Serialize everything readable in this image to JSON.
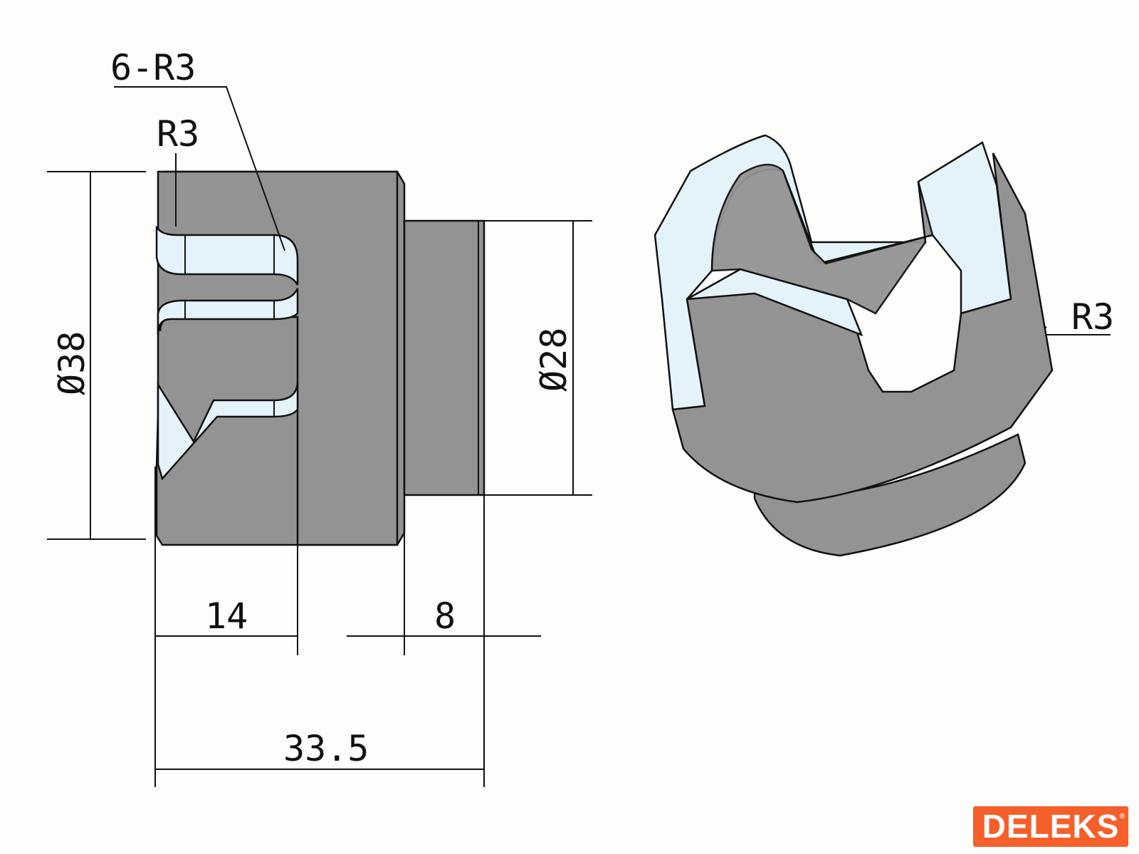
{
  "side_view": {
    "label_6r3": "6-R3",
    "label_r3": "R3",
    "dia_outer": "Ø38",
    "dia_spigot": "Ø28",
    "len_slot": "14",
    "len_spigot": "8",
    "len_total": "33.5"
  },
  "iso_view": {
    "label_r3": "R3"
  },
  "logo": {
    "text": "DELEKS",
    "mark": "®"
  },
  "colors": {
    "body": "#939393",
    "face": "#e4f3fa",
    "logo": "#f55f2a"
  }
}
